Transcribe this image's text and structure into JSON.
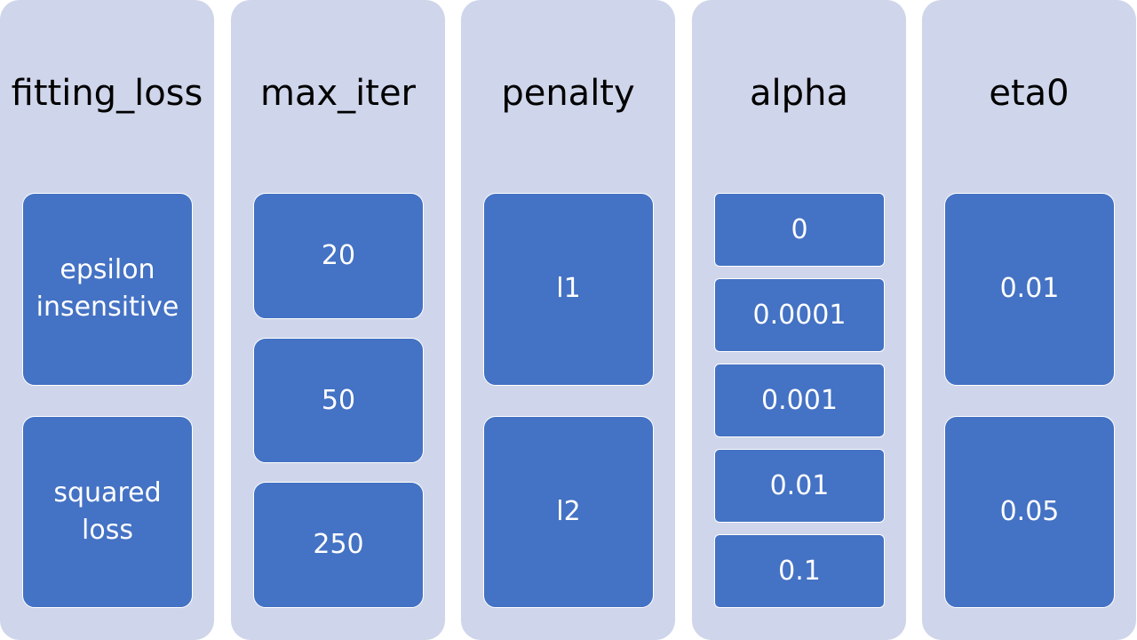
{
  "colors": {
    "column_background": "#cfd5ea",
    "box_fill": "#4472c4",
    "box_text": "#ffffff",
    "title_text": "#000000"
  },
  "columns": [
    {
      "title": "fitting_loss",
      "options": [
        "epsilon insensitive",
        "squared loss"
      ]
    },
    {
      "title": "max_iter",
      "options": [
        "20",
        "50",
        "250"
      ]
    },
    {
      "title": "penalty",
      "options": [
        "l1",
        "l2"
      ]
    },
    {
      "title": "alpha",
      "options": [
        "0",
        "0.0001",
        "0.001",
        "0.01",
        "0.1"
      ]
    },
    {
      "title": "eta0",
      "options": [
        "0.01",
        "0.05"
      ]
    }
  ]
}
